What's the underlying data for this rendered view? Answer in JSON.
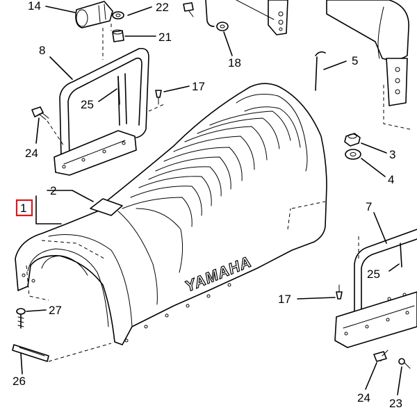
{
  "brand": "YAMAHA",
  "highlight_color": "#e0141e",
  "callouts": {
    "p1": "1",
    "p2": "2",
    "p3": "3",
    "p4": "4",
    "p5": "5",
    "p7": "7",
    "p8": "8",
    "p14": "14",
    "p17a": "17",
    "p17b": "17",
    "p18": "18",
    "p21": "21",
    "p22": "22",
    "p23": "23",
    "p24a": "24",
    "p24b": "24",
    "p25a": "25",
    "p25b": "25",
    "p26": "26",
    "p27": "27"
  }
}
